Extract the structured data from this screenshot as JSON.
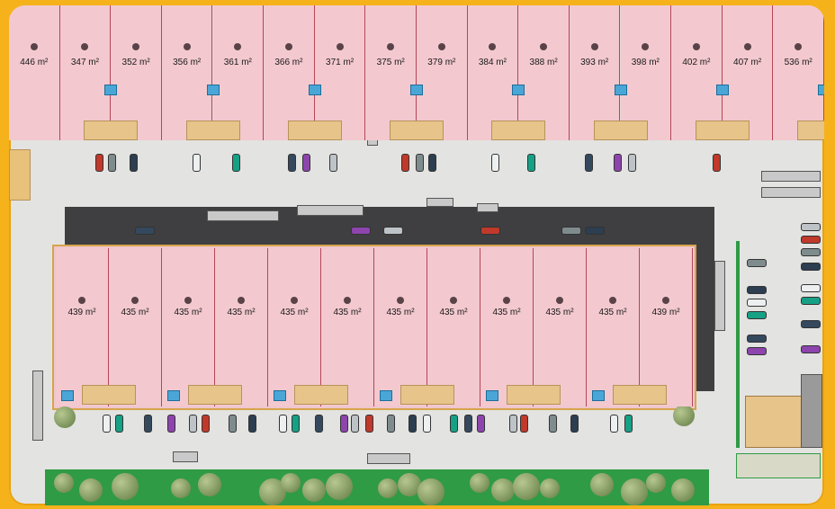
{
  "colors": {
    "border": "#f6b21a",
    "ground": "#e3e3e1",
    "unit_fill": "#f3c9cf",
    "unit_line": "#b54659",
    "roof_dark": "#3f3f41",
    "grass": "#2f9b45",
    "sign": "#4aa6d6"
  },
  "top_row": {
    "units": [
      {
        "area": "446 m²"
      },
      {
        "area": "347 m²"
      },
      {
        "area": "352 m²"
      },
      {
        "area": "356 m²"
      },
      {
        "area": "361 m²"
      },
      {
        "area": "366 m²"
      },
      {
        "area": "371 m²"
      },
      {
        "area": "375 m²"
      },
      {
        "area": "379 m²"
      },
      {
        "area": "384 m²"
      },
      {
        "area": "388 m²"
      },
      {
        "area": "393 m²"
      },
      {
        "area": "398 m²"
      },
      {
        "area": "402 m²"
      },
      {
        "area": "407 m²"
      },
      {
        "area": "536 m²"
      }
    ]
  },
  "bottom_row": {
    "units": [
      {
        "area": "439 m²"
      },
      {
        "area": "435 m²"
      },
      {
        "area": "435 m²"
      },
      {
        "area": "435 m²"
      },
      {
        "area": "435 m²"
      },
      {
        "area": "435 m²"
      },
      {
        "area": "435 m²"
      },
      {
        "area": "435 m²"
      },
      {
        "area": "435 m²"
      },
      {
        "area": "435 m²"
      },
      {
        "area": "435 m²"
      },
      {
        "area": "439 m²"
      }
    ]
  },
  "icons": {
    "unit_marker": "unit-number-marker-icon",
    "dock_sign": "loading-dock-sign-icon",
    "car": "parked-car-icon",
    "truck": "truck-icon",
    "tree": "tree-icon"
  }
}
